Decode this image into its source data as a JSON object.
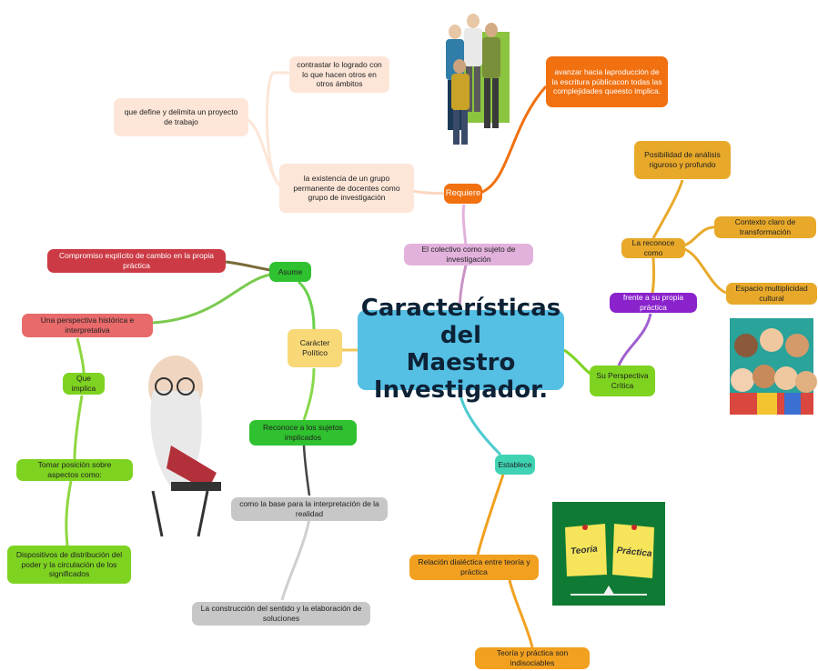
{
  "colors": {
    "central": "#55bfe4",
    "orange": "#f1700f",
    "peach": "#fde6d8",
    "lavender": "#e2b2dd",
    "gold": "#e8a92a",
    "purple": "#8a23cc",
    "green": "#7ed321",
    "bright_green": "#2fc12f",
    "yellow": "#f8d877",
    "red": "#cc3b45",
    "salmon": "#e86a6a",
    "gray": "#c7c7c7",
    "teal": "#3fd3b4"
  },
  "central": {
    "line1": "Características del",
    "line2": "Maestro Investigador."
  },
  "nodes": {
    "requiere": "Requiere",
    "avanzar": "avanzar hacia laproducción de la escritura públicacon todas las complejidades queesto implica.",
    "contrastar": "contrastar lo logrado con lo que hacen otros en otros ámbitos",
    "define": "que define y delimita un proyecto de trabajo",
    "existencia": "la existencia de un grupo permanente de docentes como grupo de investigación",
    "colectivo": "El colectivo como sujeto de investigación",
    "posibilidad": "Posibilidad de análisis riguroso y profundo",
    "reconoce_como": "La reconoce como",
    "contexto": "Contexto claro de transformación",
    "espacio": "Espacio multiplicidad cultural",
    "frente": "frente a su propia práctica",
    "perspectiva": "Su Perspectiva Crítica",
    "asume": "Asume",
    "compromiso": "Compromiso explícito de cambio en la propia práctica",
    "historica": "Una perspectiva histórica e interpretativa",
    "implica": "Que implica",
    "tomar": "Tomar posición sobre aspectos como:",
    "dispositivos": "Dispositivos de distribución del poder y la circulación de los significados",
    "caracter": "Carácter Político",
    "reconoce_sujetos": "Reconoce a los sujetos implicados",
    "base": "como la base para la interpretación de la realidad",
    "construccion": "La construcción del sentido y la elaboración de soluciones",
    "establece": "Establece",
    "relacion": "Relación dialéctica entre teoría y práctica",
    "indisociables": "Teoría y práctica son indisociables"
  },
  "board": {
    "teoria": "Teoría",
    "practica": "Práctica"
  },
  "icons": [
    "group-of-people-illustration",
    "children-portrait-illustration",
    "caricature-teacher-illustration",
    "theory-practice-chalkboard-illustration"
  ]
}
